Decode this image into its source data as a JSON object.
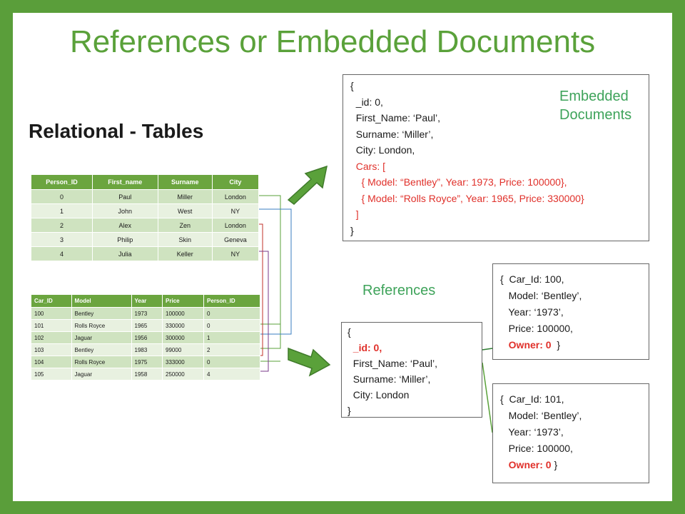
{
  "title": "References or Embedded Documents",
  "subtitle": "Relational - Tables",
  "persons_table": {
    "headers": [
      "Person_ID",
      "First_name",
      "Surname",
      "City"
    ],
    "rows": [
      [
        "0",
        "Paul",
        "Miller",
        "London"
      ],
      [
        "1",
        "John",
        "West",
        "NY"
      ],
      [
        "2",
        "Alex",
        "Zen",
        "London"
      ],
      [
        "3",
        "Philip",
        "Skin",
        "Geneva"
      ],
      [
        "4",
        "Julia",
        "Keller",
        "NY"
      ]
    ]
  },
  "cars_table": {
    "headers": [
      "Car_ID",
      "Model",
      "Year",
      "Price",
      "Person_ID"
    ],
    "rows": [
      [
        "100",
        "Bentley",
        "1973",
        "100000",
        "0"
      ],
      [
        "101",
        "Rolls Royce",
        "1965",
        "330000",
        "0"
      ],
      [
        "102",
        "Jaguar",
        "1956",
        "300000",
        "1"
      ],
      [
        "103",
        "Bentley",
        "1983",
        "99000",
        "2"
      ],
      [
        "104",
        "Rolls Royce",
        "1975",
        "333000",
        "0"
      ],
      [
        "105",
        "Jaguar",
        "1958",
        "250000",
        "4"
      ]
    ]
  },
  "embedded_doc": {
    "label": "Embedded\nDocuments",
    "lines": [
      "{",
      "  _id: 0,",
      "  First_Name: ‘Paul’,",
      "  Surname: ‘Miller’,",
      "  City: London,",
      "  Cars: [",
      "    { Model: “Bentley”, Year: 1973, Price: 100000},",
      "    { Model: “Rolls Royce”, Year: 1965, Price: 330000}",
      "  ]",
      "}"
    ]
  },
  "references": {
    "label": "References",
    "person_doc": {
      "open": "{",
      "id": "  _id: 0,",
      "first_name": "  First_Name: ‘Paul’,",
      "surname": "  Surname: ‘Miller’,",
      "city": "  City: London",
      "close": "}"
    },
    "car_docs": [
      {
        "car_id": "{  Car_Id: 100,",
        "model": "   Model: ‘Bentley’,",
        "year": "   Year: ‘1973’,",
        "price": "   Price: 100000,",
        "owner": "Owner: 0",
        "close": "  }"
      },
      {
        "car_id": "{  Car_Id: 101,",
        "model": "   Model: ‘Bentley’,",
        "year": "   Year: ‘1973’,",
        "price": "   Price: 100000,",
        "owner": "Owner: 0",
        "close": " }"
      }
    ]
  },
  "colors": {
    "frame": "#5a9e3a",
    "title": "#5aa13a",
    "table_header": "#6ba53f",
    "row_odd": "#cfe3c0",
    "row_even": "#e8f1e0",
    "highlight_red": "#e0302a",
    "label_green": "#3ea35a",
    "line_person0": "#5aa13a",
    "line_person1": "#3a7ec0",
    "line_person2": "#c0302a",
    "line_person4": "#7a3a8a"
  }
}
